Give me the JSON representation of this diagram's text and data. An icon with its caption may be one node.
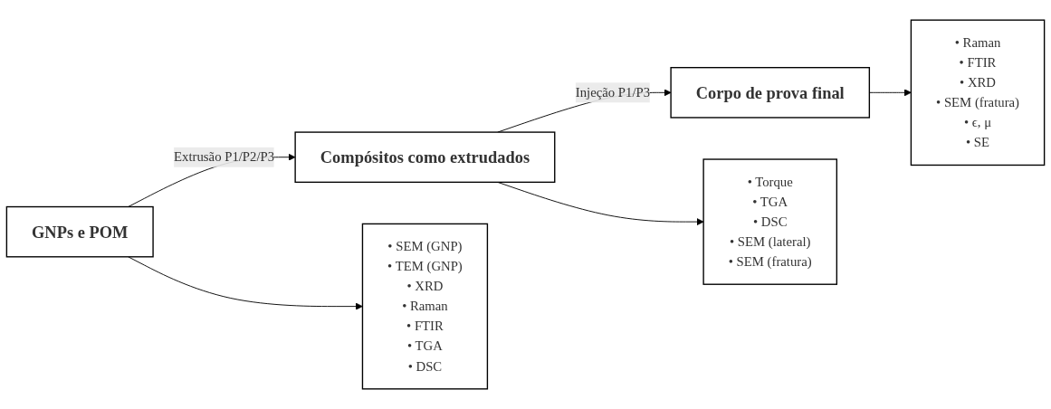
{
  "diagram": {
    "nodes": [
      {
        "text": [
          "GNPs e POM"
        ]
      },
      {
        "text": [
          "Compósitos como extrudados"
        ]
      },
      {
        "text": [
          "Corpo de prova final"
        ]
      },
      {
        "text": [
          "• SEM (GNP)",
          "• TEM (GNP)",
          "• XRD",
          "• Raman",
          "• FTIR",
          "• TGA",
          "• DSC"
        ]
      },
      {
        "text": [
          "• Torque",
          "• TGA",
          "• DSC",
          "• SEM (lateral)",
          "• SEM (fratura)"
        ]
      },
      {
        "text": [
          "• Raman",
          "• FTIR",
          "• XRD",
          "• SEM (fratura)",
          "• ϵ, μ",
          "• SE"
        ]
      }
    ],
    "edges": [
      {
        "from": 0,
        "to": 1,
        "arrow": "to",
        "label": "Extrusão P1/P2/P3"
      },
      {
        "from": 1,
        "to": 2,
        "arrow": "to",
        "label": "Injeção P1/P3"
      },
      {
        "from": 0,
        "to": 3,
        "arrow": "to"
      },
      {
        "from": 1,
        "to": 4,
        "arrow": "to"
      },
      {
        "from": 2,
        "to": 5,
        "arrow": "to"
      }
    ]
  }
}
